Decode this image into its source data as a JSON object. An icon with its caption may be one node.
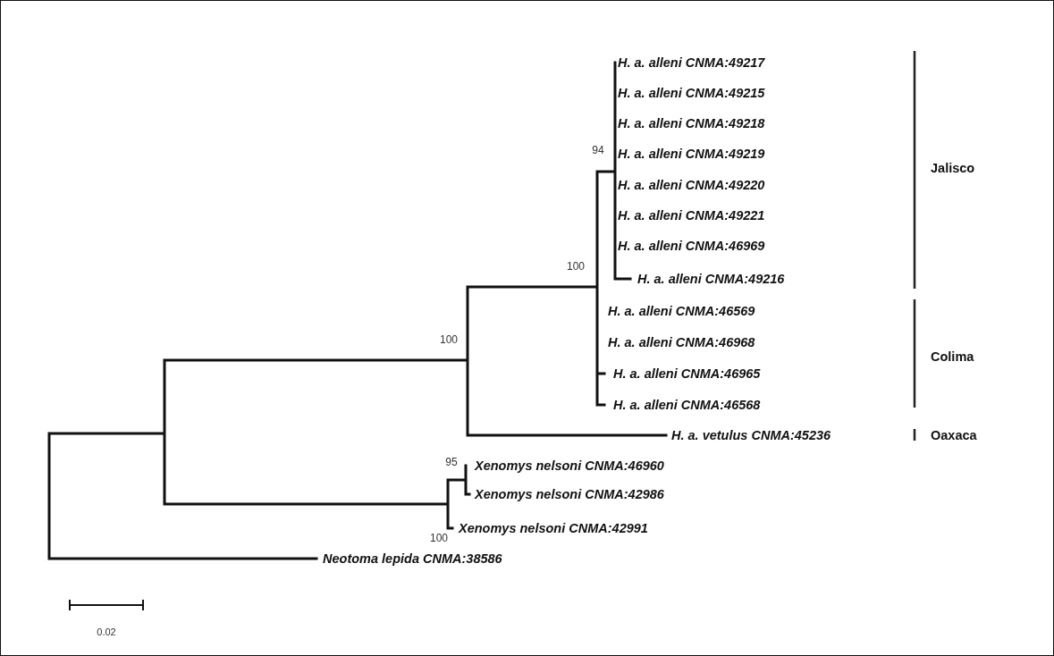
{
  "diagram": {
    "labels": [
      "H. a. alleni CNMA:49217",
      "H. a. alleni CNMA:49215",
      "H. a. alleni CNMA:49218",
      "94",
      "H. a. alleni CNMA:49219",
      "Jalisco",
      "H. a. alleni CNMA:49220",
      "H. a. alleni CNMA:49221",
      "H. a. alleni CNMA:46969",
      "100",
      "H. a. alleni CNMA:49216",
      "H. a. alleni CNMA:46569",
      "100",
      "H. a. alleni CNMA:46968",
      "Colima",
      "H. a. alleni CNMA:46965",
      "H. a. alleni CNMA:46568",
      "H. a. vetulus CNMA:45236",
      "Oaxaca",
      "95",
      "Xenomys nelsoni CNMA:46960",
      "Xenomys nelsoni CNMA:42986",
      "Xenomys nelsoni CNMA:42991",
      "100",
      "Neotoma lepida CNMA:38586",
      "0.02"
    ]
  }
}
